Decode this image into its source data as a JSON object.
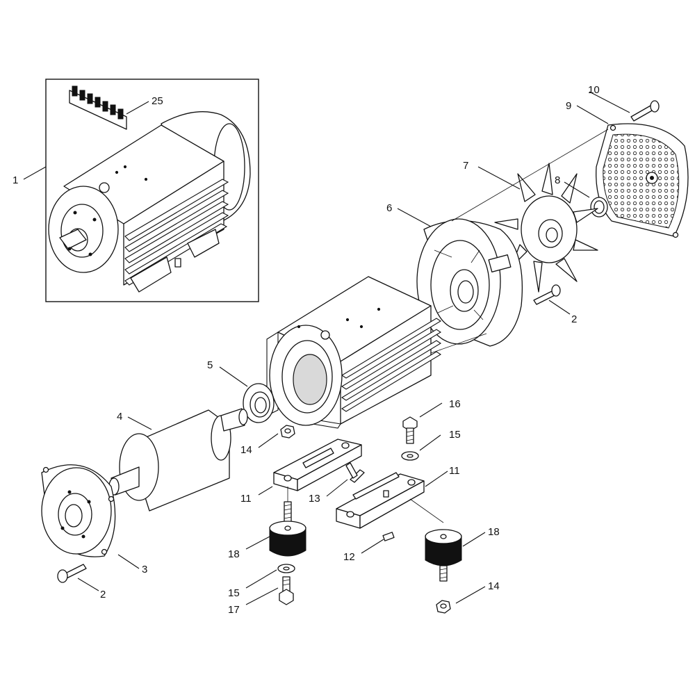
{
  "colors": {
    "ink": "#111111",
    "background": "#ffffff",
    "rubber": "#1a1a1a"
  },
  "callouts": [
    {
      "id": "c1",
      "label": "1",
      "part": "motor-assembly"
    },
    {
      "id": "c25",
      "label": "25",
      "part": "terminal-block"
    },
    {
      "id": "c10",
      "label": "10",
      "part": "cover-screw"
    },
    {
      "id": "c9",
      "label": "9",
      "part": "fan-cover"
    },
    {
      "id": "c7",
      "label": "7",
      "part": "fan"
    },
    {
      "id": "c8",
      "label": "8",
      "part": "ring"
    },
    {
      "id": "c6",
      "label": "6",
      "part": "rear-end-shield"
    },
    {
      "id": "c2a",
      "label": "2",
      "part": "shield-screw-rear"
    },
    {
      "id": "c5",
      "label": "5",
      "part": "bearing"
    },
    {
      "id": "c4",
      "label": "4",
      "part": "rotor"
    },
    {
      "id": "c16",
      "label": "16",
      "part": "foot-bolt"
    },
    {
      "id": "c15a",
      "label": "15",
      "part": "washer-upper"
    },
    {
      "id": "c14a",
      "label": "14",
      "part": "nut-upper"
    },
    {
      "id": "c11a",
      "label": "11",
      "part": "foot-right"
    },
    {
      "id": "c11b",
      "label": "11",
      "part": "foot-left"
    },
    {
      "id": "c13",
      "label": "13",
      "part": "foot-screw"
    },
    {
      "id": "c18a",
      "label": "18",
      "part": "rubber-mount-left"
    },
    {
      "id": "c18b",
      "label": "18",
      "part": "rubber-mount-right"
    },
    {
      "id": "c12",
      "label": "12",
      "part": "pin"
    },
    {
      "id": "c3",
      "label": "3",
      "part": "front-end-shield"
    },
    {
      "id": "c2b",
      "label": "2",
      "part": "shield-screw-front"
    },
    {
      "id": "c15b",
      "label": "15",
      "part": "washer-lower"
    },
    {
      "id": "c17",
      "label": "17",
      "part": "bolt-lower"
    },
    {
      "id": "c14b",
      "label": "14",
      "part": "nut-lower"
    }
  ]
}
